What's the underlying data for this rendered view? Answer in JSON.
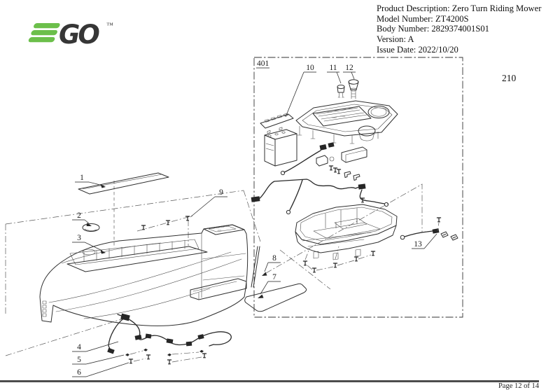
{
  "logo": {
    "brand": "EGO",
    "go_text": "GO",
    "tm": "™",
    "green": "#6cbf4b",
    "dark": "#363636"
  },
  "product_info": {
    "lines": [
      "Product Description: Zero Turn Riding Mower",
      "Model Number: ZT4200S",
      "Body Number: 2829374001S01",
      "Version: A",
      "Issue Date: 2022/10/20"
    ]
  },
  "figure": {
    "number": "210",
    "section_box_label": "401"
  },
  "callouts": {
    "c1": "1",
    "c2": "2",
    "c3": "3",
    "c4": "4",
    "c5": "5",
    "c6": "6",
    "c7": "7",
    "c8": "8",
    "c9": "9",
    "c10": "10",
    "c11": "11",
    "c12": "12",
    "c13": "13"
  },
  "footer": {
    "page_label": "Page 12 of 14"
  }
}
